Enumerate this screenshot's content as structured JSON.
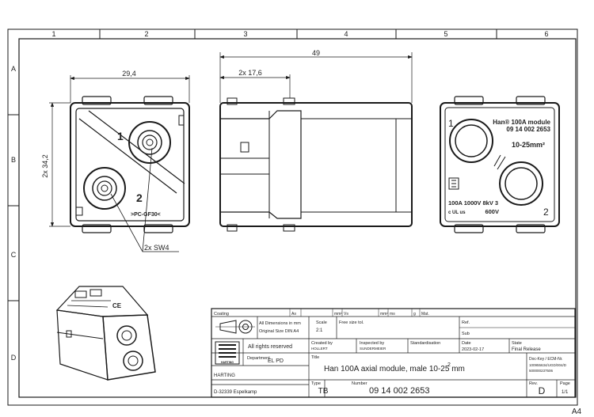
{
  "frame": {
    "columns": [
      "1",
      "2",
      "3",
      "4",
      "5",
      "6"
    ],
    "rows": [
      "A",
      "B",
      "C",
      "D"
    ],
    "sheet_size": "A4"
  },
  "dimensions": {
    "width_front": "29,4",
    "height_front": "2x 34,2",
    "length_side": "49",
    "pitch_side": "2x 17,6",
    "wrench": "2x SW4"
  },
  "front_view": {
    "contact_1": "1",
    "contact_2": "2",
    "mark": ">PC-GF30<"
  },
  "rear_view": {
    "line1": "Han® 100A module",
    "line2": "09 14 002 2653",
    "line3": "10-25mm²",
    "rating": "100A 1000V 8kV 3",
    "voltage": "600V",
    "contact_1": "1",
    "contact_2": "2",
    "ul": "c UL us"
  },
  "title_block": {
    "coating_label": "Coating",
    "coating_flags": [
      "A≡",
      "mm²",
      "V≡",
      "mm²",
      "m≡",
      "g",
      "Mat."
    ],
    "dims_note_1": "All Dimensions in mm",
    "dims_note_2": "Original Size DIN A4",
    "scale_label": "Scale",
    "scale_value": "2:1",
    "tolerance": "Free size tol.",
    "ref_label": "Ref.",
    "sub_label": "Sub",
    "rights": "All rights reserved",
    "created_label": "Created by",
    "created_value": "HOLLERT",
    "inspected_label": "Inspected by",
    "inspected_value": "SUNDERMEIER",
    "standard_label": "Standardisation",
    "date_label": "Date",
    "date_value": "2023-02-17",
    "state_label": "State",
    "state_value": "Final Release",
    "department_label": "Department",
    "department_value": "EL PD",
    "title_label": "Title",
    "title_value": "Han 100A axial module, male 10-25 mm",
    "title_sup": "2",
    "doc_key_label": "Doc-Key / ECM-Nr.",
    "doc_key_1": "100955634/UGD/004/D",
    "doc_key_2": "500000237506",
    "company": "HARTING",
    "address": "D-32339 Espelkamp",
    "type_label": "Type",
    "type_value": "TB",
    "number_label": "Number",
    "number_value": "09 14 002 2653",
    "rev_label": "Rev.",
    "rev_value": "D",
    "page_label": "Page",
    "page_value": "1/1"
  },
  "logo": {
    "brand": "HARTING"
  }
}
